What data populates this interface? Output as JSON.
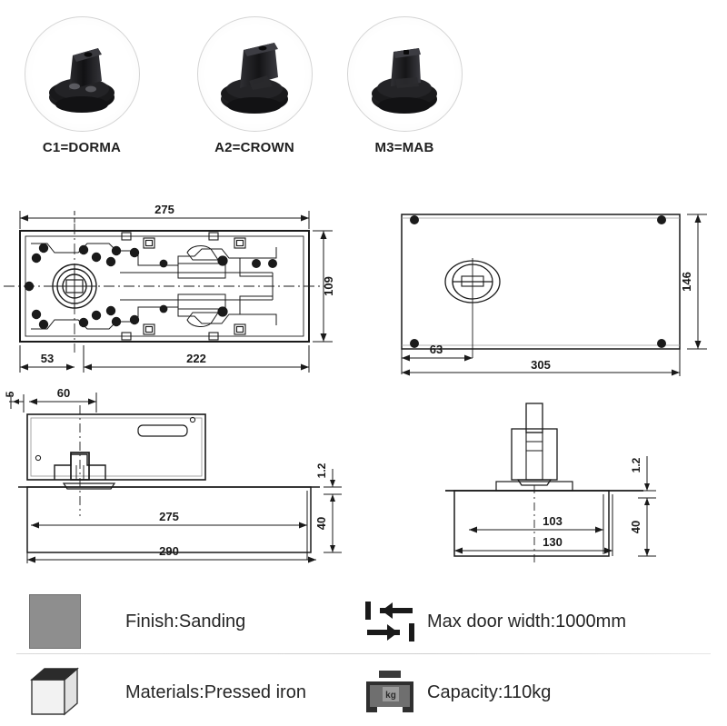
{
  "spindle_variants": [
    {
      "code": "C1=DORMA",
      "icon": "spindle-dorma-photo"
    },
    {
      "code": "A2=CROWN",
      "icon": "spindle-crown-photo"
    },
    {
      "code": "M3=MAB",
      "icon": "spindle-mab-photo"
    }
  ],
  "views": {
    "top_plan": {
      "name": "floor-spring-body-plan-view",
      "dimensions": {
        "overall_length": "275",
        "height": "109",
        "offset_left": "53",
        "hole_span": "222"
      }
    },
    "cement_case_plan": {
      "name": "cement-case-plan-view",
      "dimensions": {
        "height": "146",
        "offset_left": "63",
        "overall_length": "305"
      }
    },
    "side_elevation": {
      "name": "floor-spring-side-elevation",
      "dimensions": {
        "edge": "5",
        "spindle_offset": "60",
        "plate_thickness": "1.2",
        "body_height": "40",
        "body_length": "275",
        "case_length": "290"
      }
    },
    "end_elevation": {
      "name": "floor-spring-end-elevation",
      "dimensions": {
        "plate_thickness": "1.2",
        "body_height": "40",
        "body_width": "103",
        "case_width": "130"
      }
    }
  },
  "legend": {
    "finish": {
      "label": "Finish:Sanding",
      "icon": "finish-swatch-icon",
      "color": "#8e8e8e"
    },
    "materials": {
      "label": "Materials:Pressed iron",
      "icon": "material-cube-icon"
    },
    "max_door_width": {
      "label": "Max door width:1000mm",
      "icon": "door-width-arrows-icon"
    },
    "capacity": {
      "label": "Capacity:110kg",
      "icon": "weight-scale-icon",
      "icon_text": "kg"
    }
  },
  "colors": {
    "line": "#1a1a1a",
    "thin_line": "#555555",
    "swatch_gray": "#8e8e8e",
    "background": "#ffffff"
  }
}
